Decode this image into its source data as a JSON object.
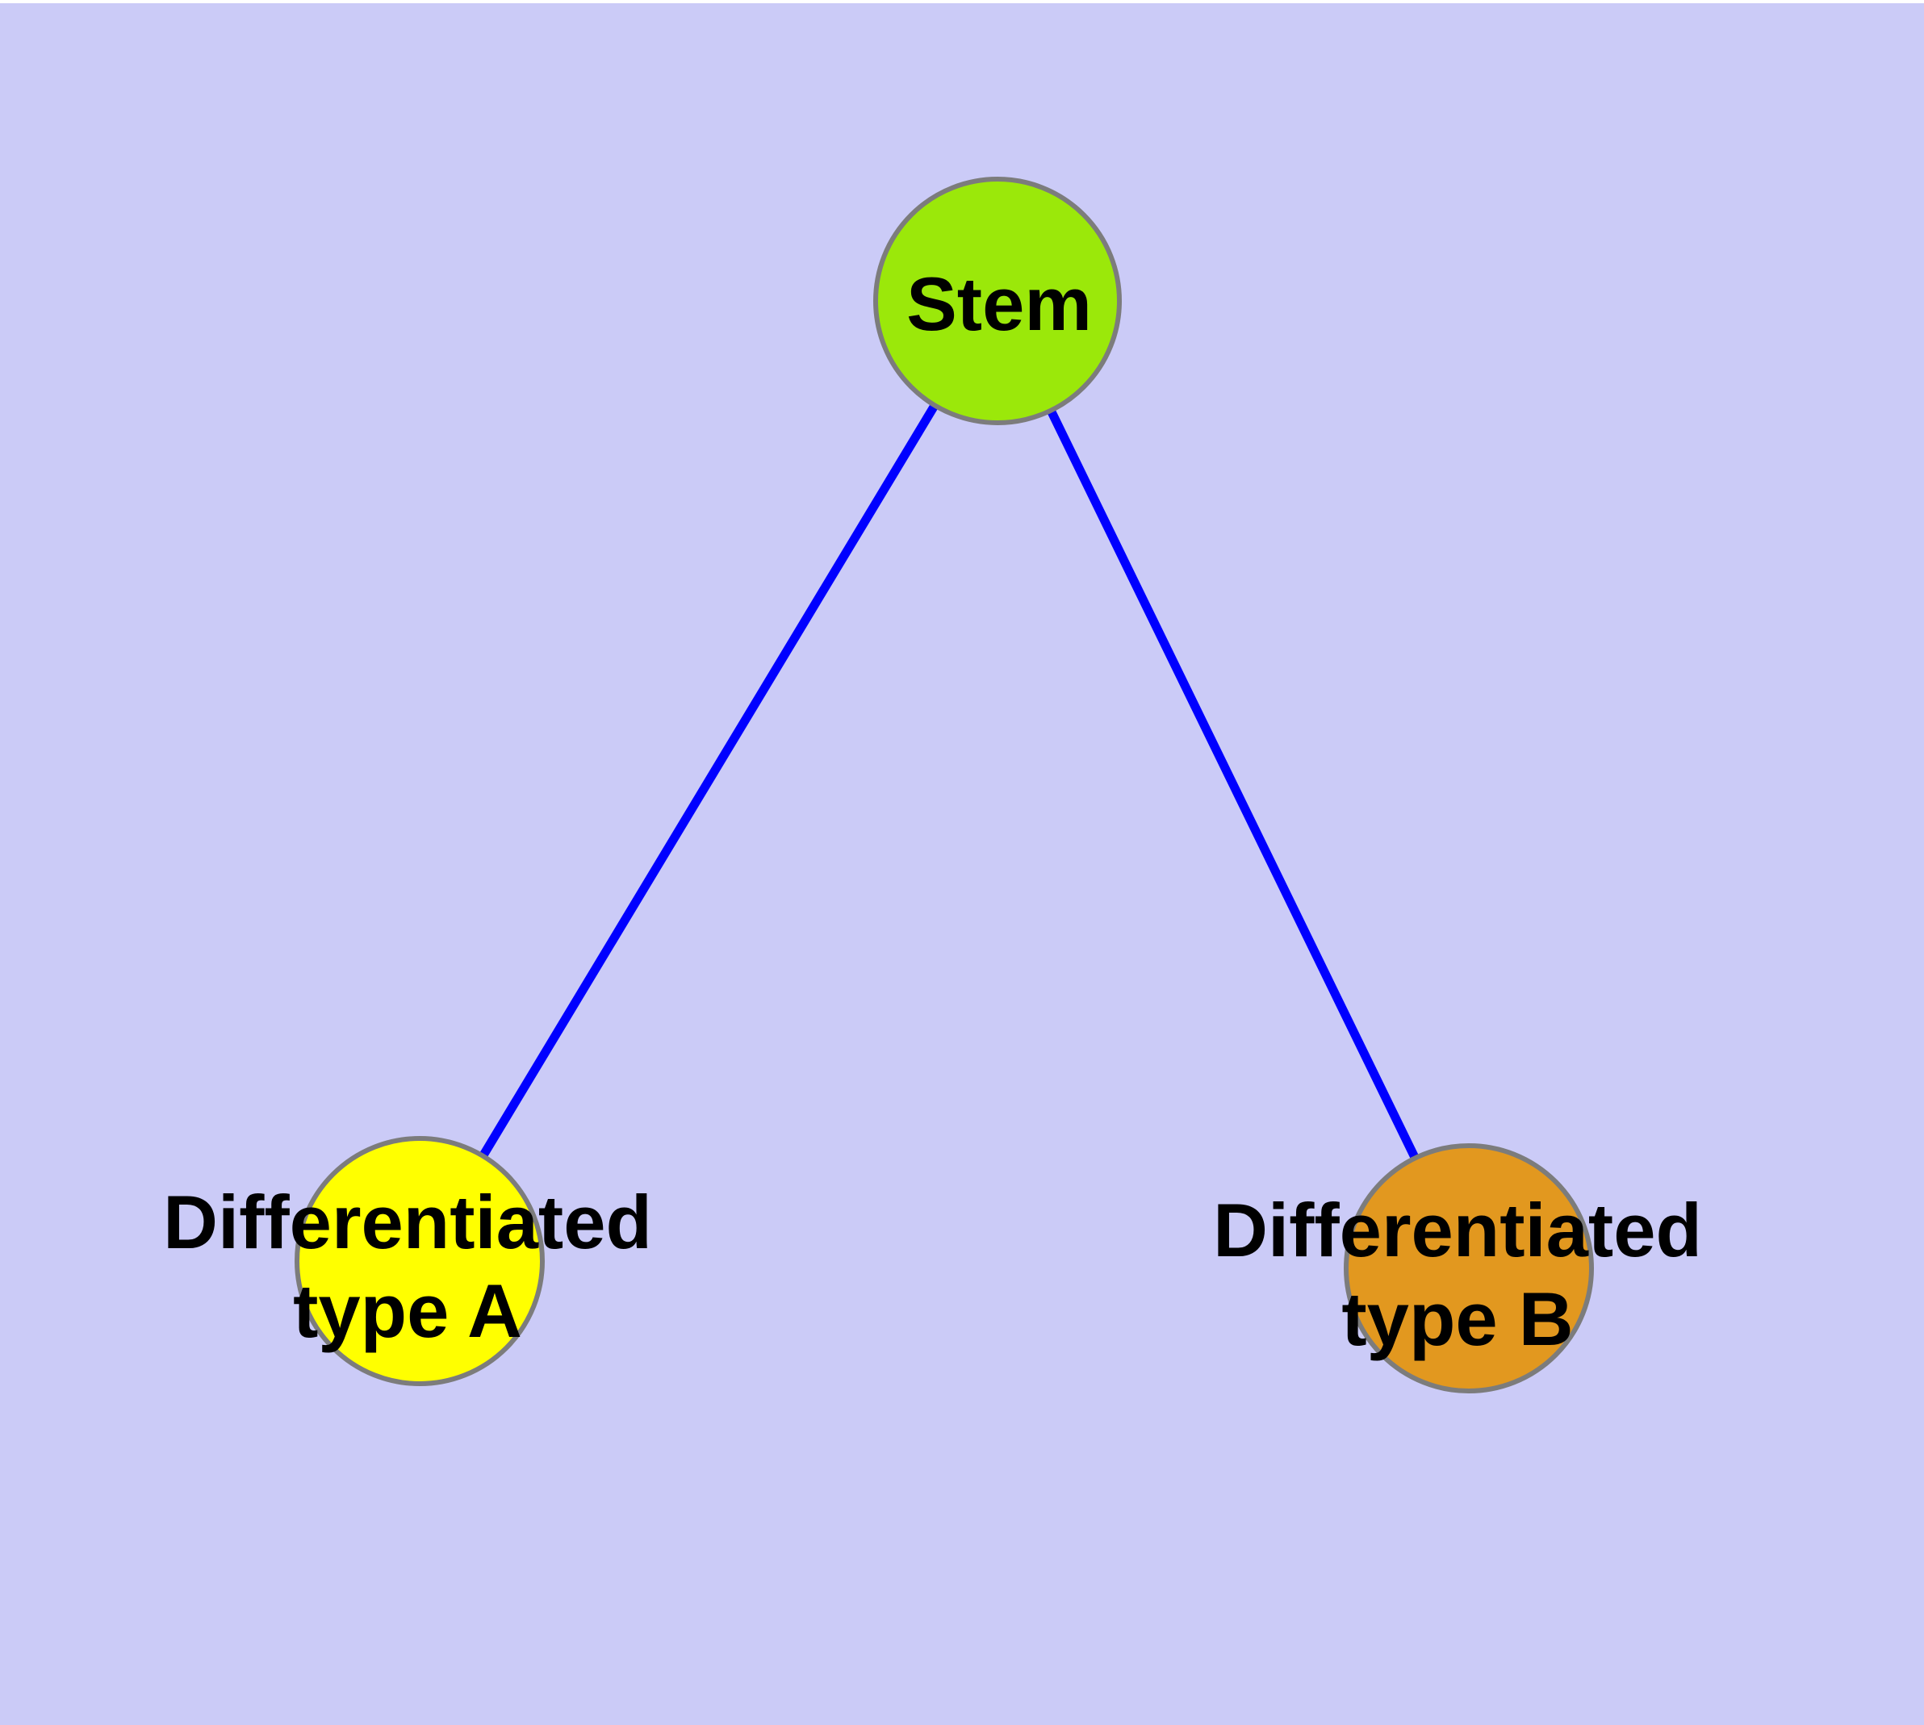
{
  "diagram": {
    "type": "graph",
    "colors": {
      "background": "#cbcbf7",
      "page_margin": "#ffffff",
      "edge": "#0000ff",
      "node_border": "#7c7c7c",
      "label": "#000000",
      "stem_fill": "#9be80a",
      "type_a_fill": "#ffff00",
      "type_b_fill": "#e2981f"
    },
    "nodes": {
      "stem": {
        "label": "Stem"
      },
      "type_a": {
        "line1": "Differentiated",
        "line2": "type A"
      },
      "type_b": {
        "line1": "Differentiated",
        "line2": "type B"
      }
    },
    "edges": [
      {
        "from": "Stem",
        "to": "Differentiated type A"
      },
      {
        "from": "Stem",
        "to": "Differentiated type B"
      }
    ]
  }
}
